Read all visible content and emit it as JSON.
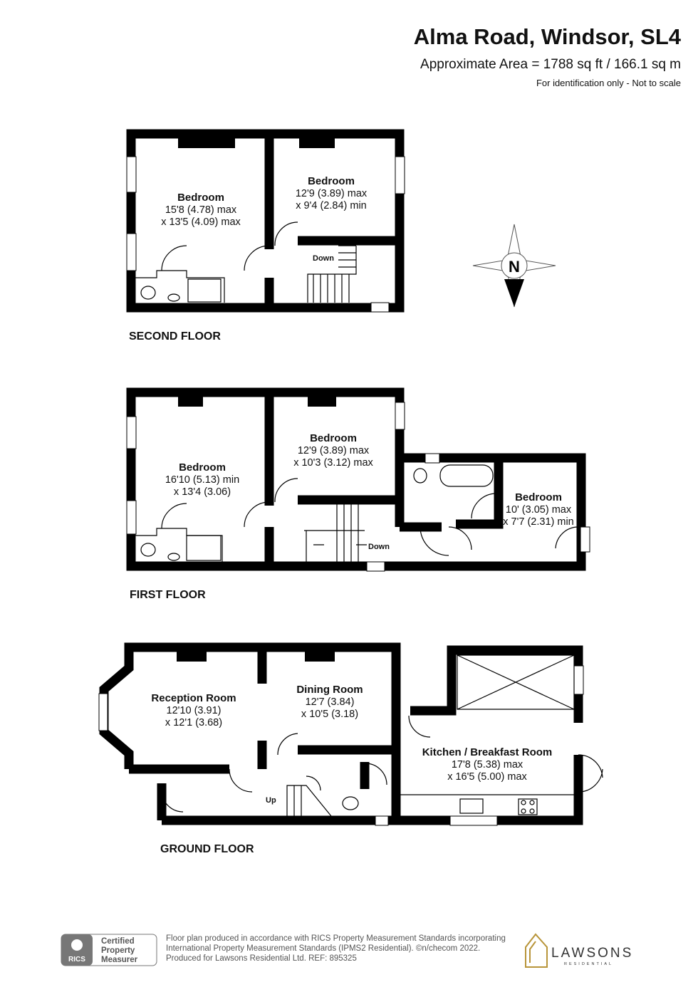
{
  "header": {
    "title": "Alma Road, Windsor, SL4",
    "area": "Approximate Area = 1788 sq ft / 166.1 sq m",
    "note": "For identification only - Not to scale"
  },
  "compass": {
    "label": "N"
  },
  "second_floor": {
    "label": "SECOND FLOOR",
    "rooms": [
      {
        "name": "Bedroom",
        "dim1": "15'8 (4.78) max",
        "dim2": "x 13'5 (4.09) max"
      },
      {
        "name": "Bedroom",
        "dim1": "12'9 (3.89) max",
        "dim2": "x 9'4 (2.84) min"
      }
    ],
    "stairs": "Down"
  },
  "first_floor": {
    "label": "FIRST FLOOR",
    "rooms": [
      {
        "name": "Bedroom",
        "dim1": "16'10 (5.13) min",
        "dim2": "x 13'4 (3.06)"
      },
      {
        "name": "Bedroom",
        "dim1": "12'9 (3.89) max",
        "dim2": "x 10'3 (3.12) max"
      },
      {
        "name": "Bedroom",
        "dim1": "10' (3.05) max",
        "dim2": "x 7'7 (2.31) min"
      }
    ],
    "stairs": "Down"
  },
  "ground_floor": {
    "label": "GROUND FLOOR",
    "rooms": [
      {
        "name": "Reception Room",
        "dim1": "12'10 (3.91)",
        "dim2": "x 12'1 (3.68)"
      },
      {
        "name": "Dining Room",
        "dim1": "12'7 (3.84)",
        "dim2": "x 10'5 (3.18)"
      },
      {
        "name": "Kitchen / Breakfast Room",
        "dim1": "17'8 (5.38) max",
        "dim2": "x 16'5 (5.00) max"
      }
    ],
    "stairs": "Up"
  },
  "footer": {
    "rics_badge": {
      "logo": "RICS",
      "line1": "Certified",
      "line2": "Property",
      "line3": "Measurer"
    },
    "line1": "Floor plan produced in accordance with RICS Property Measurement Standards incorporating",
    "line2": "International Property Measurement Standards (IPMS2 Residential).   ©n/checom 2022.",
    "line3": "Produced for Lawsons Residential Ltd.   REF:  895325",
    "brand": "LAWSONS",
    "brand_sub": "RESIDENTIAL",
    "brand_color": "#b8953a"
  }
}
